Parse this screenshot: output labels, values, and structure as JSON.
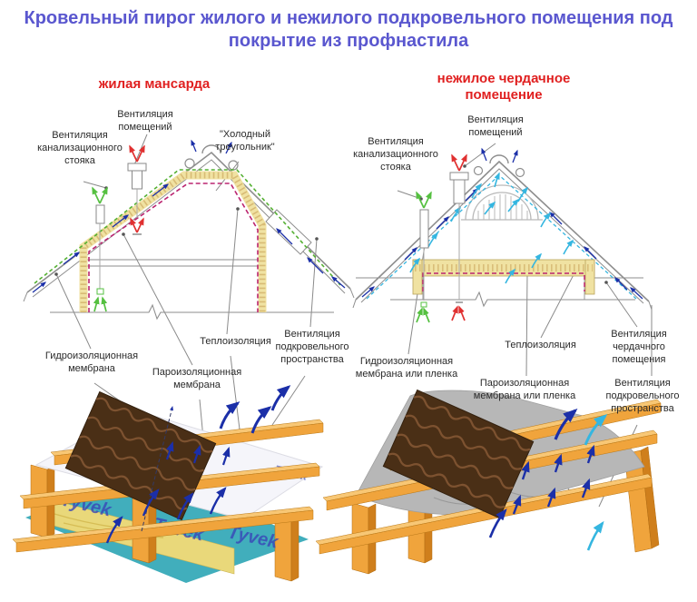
{
  "title": "Кровельный пирог жилого и нежилого подкровельного помещения под покрытие из профнастила",
  "membrane_brand": "Tyvek",
  "left_panel": {
    "subtitle": "жилая мансарда",
    "labels": {
      "room_ventilation": "Вентиляция помещений",
      "sewer_ventilation": "Вентиляция канализационного стояка",
      "cold_triangle": "\"Холодный треугольник\"",
      "hydro_membrane": "Гидроизоляционная мембрана",
      "vapor_membrane": "Пароизоляционная мембрана",
      "thermal_insulation": "Теплоизоляция",
      "underroof_ventilation": "Вентиляция подкровельного пространства"
    }
  },
  "right_panel": {
    "subtitle": "нежилое чердачное помещение",
    "labels": {
      "room_ventilation": "Вентиляция помещений",
      "sewer_ventilation": "Вентиляция канализационного стояка",
      "thermal_insulation": "Теплоизоляция",
      "attic_ventilation": "Вентиляция чердачного помещения",
      "hydro_membrane": "Гидроизоляционная мембрана или пленка",
      "vapor_membrane": "Пароизоляционная мембрана или пленка",
      "underroof_ventilation": "Вентиляция подкровельного пространства"
    }
  },
  "colors": {
    "title_text": "#5a57cf",
    "subtitle_text": "#e01f1f",
    "label_text": "#2a2a2a",
    "insulation_fill": "#f0e2a2",
    "hydro_membrane_line": "#55b033",
    "vapor_membrane_line": "#bb2570",
    "air_flow_arrow": "#1b2fa8",
    "cold_air_arrow": "#35b6e0",
    "warm_exhaust_arrow": "#e03030",
    "sewer_vent_arrow": "#55c040",
    "wood": "#f0a43c",
    "metal_tile": "#4a2f16",
    "vapor_sheet": "#41aebc",
    "cold_roof_film": "#b7b7b7"
  }
}
